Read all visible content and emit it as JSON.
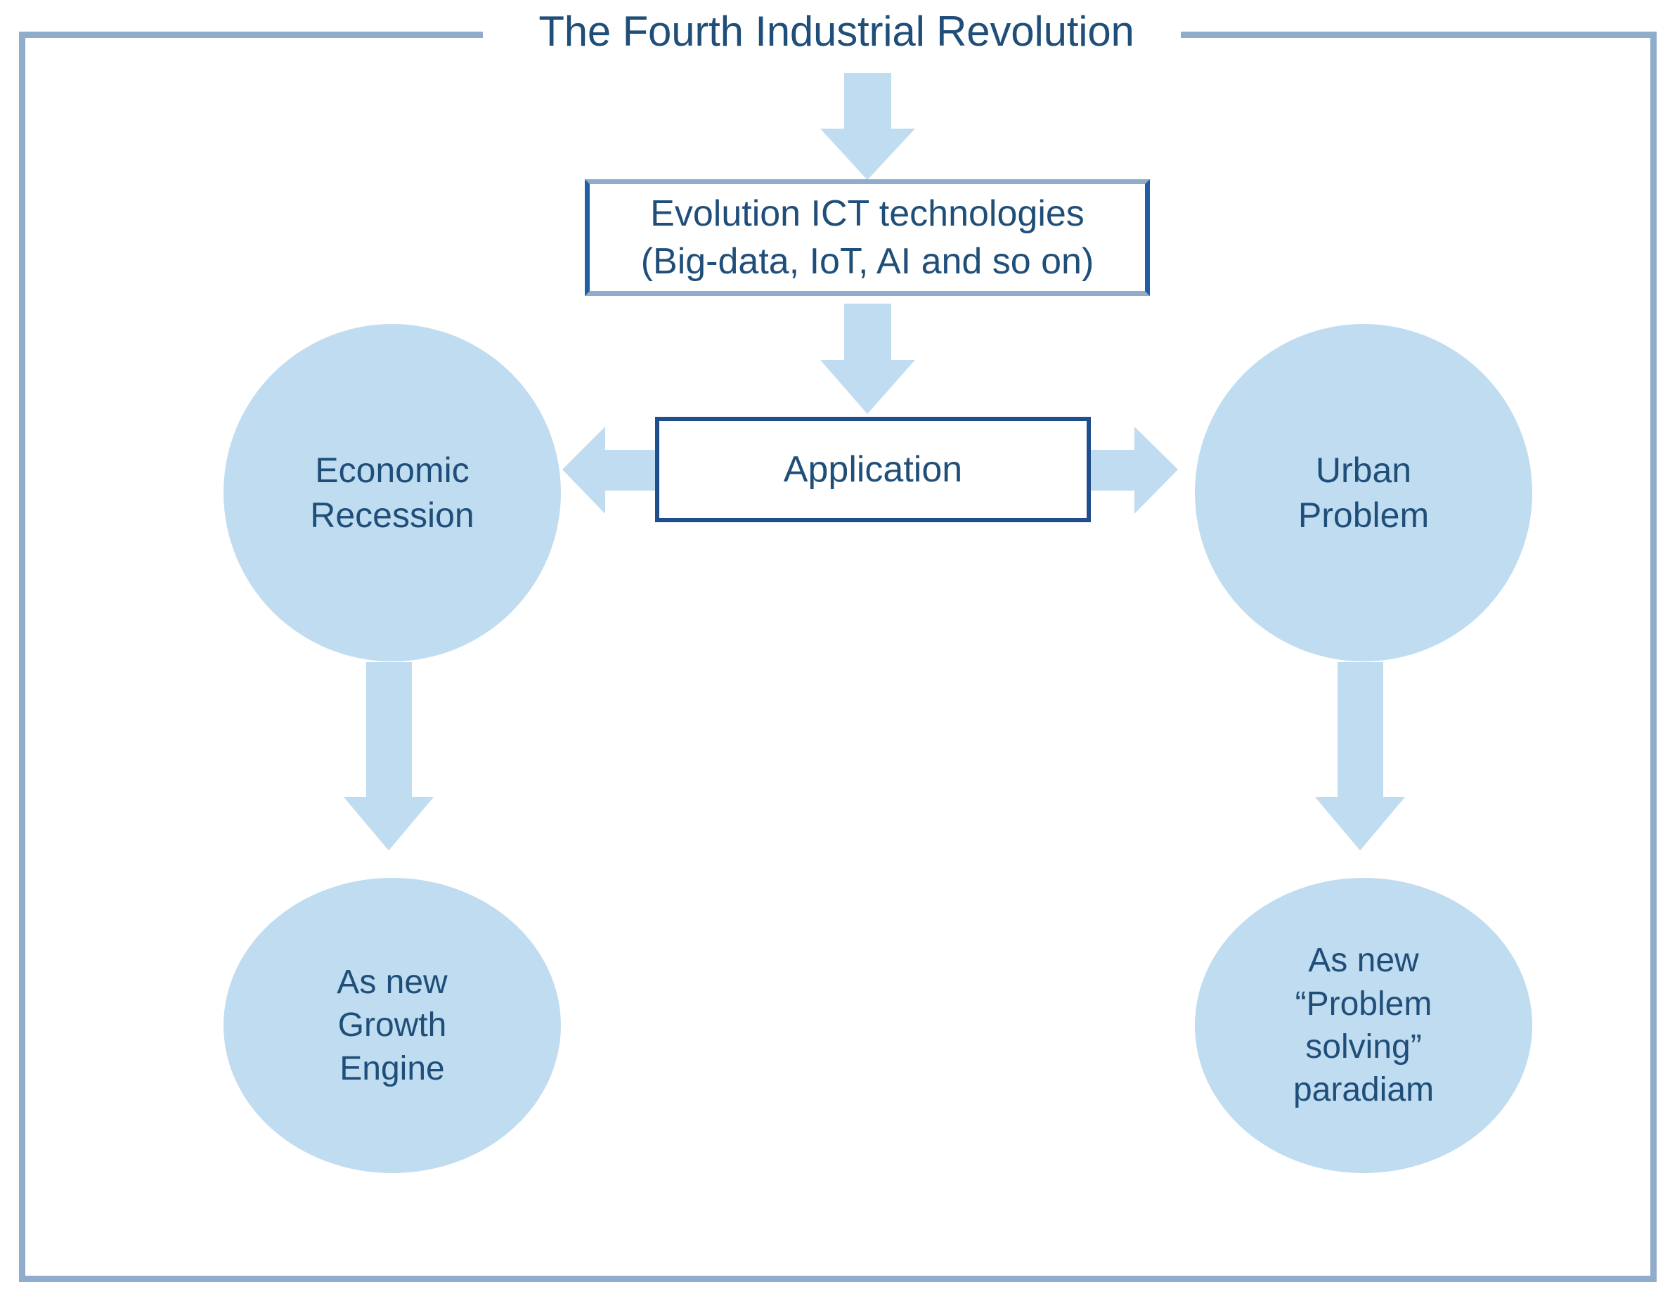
{
  "title": "The Fourth Industrial Revolution",
  "nodes": {
    "ict": {
      "line1": "Evolution ICT technologies",
      "line2": "(Big-data, IoT, AI and so on)"
    },
    "application": {
      "label": "Application"
    },
    "economic_recession": {
      "line1": "Economic",
      "line2": "Recession"
    },
    "urban_problem": {
      "line1": "Urban",
      "line2": "Problem"
    },
    "growth_engine": {
      "line1": "As new",
      "line2": "Growth",
      "line3": "Engine"
    },
    "problem_solving": {
      "line1": "As new",
      "line2": "“Problem",
      "line3": "solving”",
      "line4": "paradiam"
    }
  },
  "arrows": [
    {
      "name": "arrow-title-to-ict",
      "direction": "down",
      "from": "The Fourth Industrial Revolution",
      "to": "Evolution ICT technologies"
    },
    {
      "name": "arrow-ict-to-application",
      "direction": "down",
      "from": "Evolution ICT technologies",
      "to": "Application"
    },
    {
      "name": "arrow-application-to-economic",
      "direction": "left",
      "from": "Application",
      "to": "Economic Recession"
    },
    {
      "name": "arrow-application-to-urban",
      "direction": "right",
      "from": "Application",
      "to": "Urban Problem"
    },
    {
      "name": "arrow-economic-to-growth-engine",
      "direction": "down",
      "from": "Economic Recession",
      "to": "As new Growth Engine"
    },
    {
      "name": "arrow-urban-to-problem-solving",
      "direction": "down",
      "from": "Urban Problem",
      "to": "As new “Problem solving” paradiam"
    }
  ],
  "colors": {
    "frame": "#8faccb",
    "arrow_fill": "#bfdcf0",
    "circle_fill": "#bfdcf0",
    "text_navy": "#1f4e79",
    "box_border_dark": "#1f5fa0",
    "box_border_light": "#8faccb"
  }
}
